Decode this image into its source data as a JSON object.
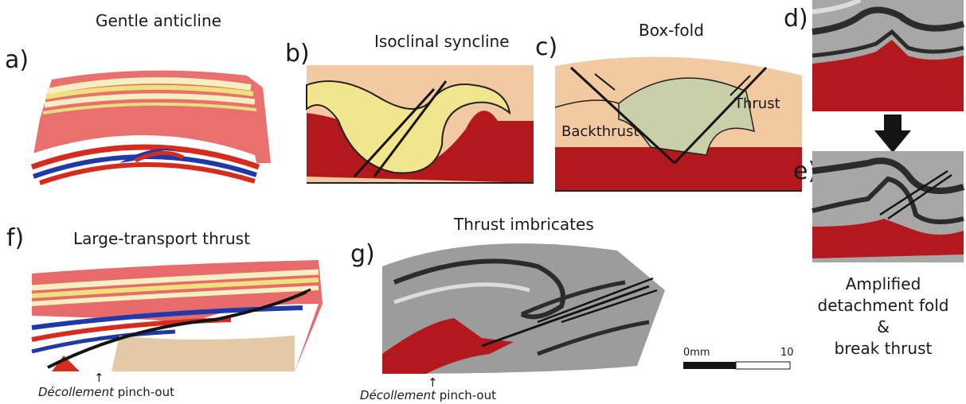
{
  "panels": {
    "a": {
      "label": "a)",
      "title": "Gentle anticline"
    },
    "b": {
      "label": "b)",
      "title": "Isoclinal syncline"
    },
    "c": {
      "label": "c)",
      "title": "Box-fold",
      "backthrust": "Backthrust",
      "thrust": "Thrust"
    },
    "d": {
      "label": "d)"
    },
    "e": {
      "label": "e)"
    },
    "f": {
      "label": "f)",
      "title": "Large-transport thrust",
      "note_italic": "Décollement",
      "note_rest": " pinch-out"
    },
    "g": {
      "label": "g)",
      "title": "Thrust imbricates",
      "note_italic": "Décollement",
      "note_rest": " pinch-out"
    }
  },
  "caption": {
    "line1": "Amplified",
    "line2": "detachment fold",
    "line3": "&",
    "line4": "break thrust"
  },
  "scalebar": {
    "start": "0mm",
    "end": "10"
  },
  "colors": {
    "red": "#b3191c",
    "pink": "#e86a6a",
    "tan": "#f3c9a2",
    "yellow": "#f1e58e",
    "green": "#c8cfa9",
    "blue": "#1f3aa8",
    "grey": "#8f8f8f",
    "black": "#141414"
  }
}
